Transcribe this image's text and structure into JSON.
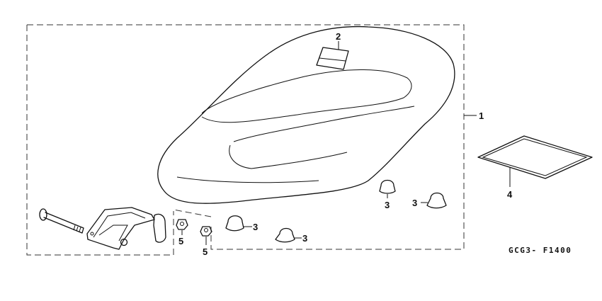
{
  "diagram": {
    "callouts": {
      "seat": "1",
      "tag": "2",
      "cushion_a": "3",
      "cushion_b": "3",
      "cushion_c": "3",
      "cushion_d": "3",
      "sheet": "4",
      "nut_a": "5",
      "nut_b": "5"
    },
    "figure_code": "GCG3- F1400"
  }
}
